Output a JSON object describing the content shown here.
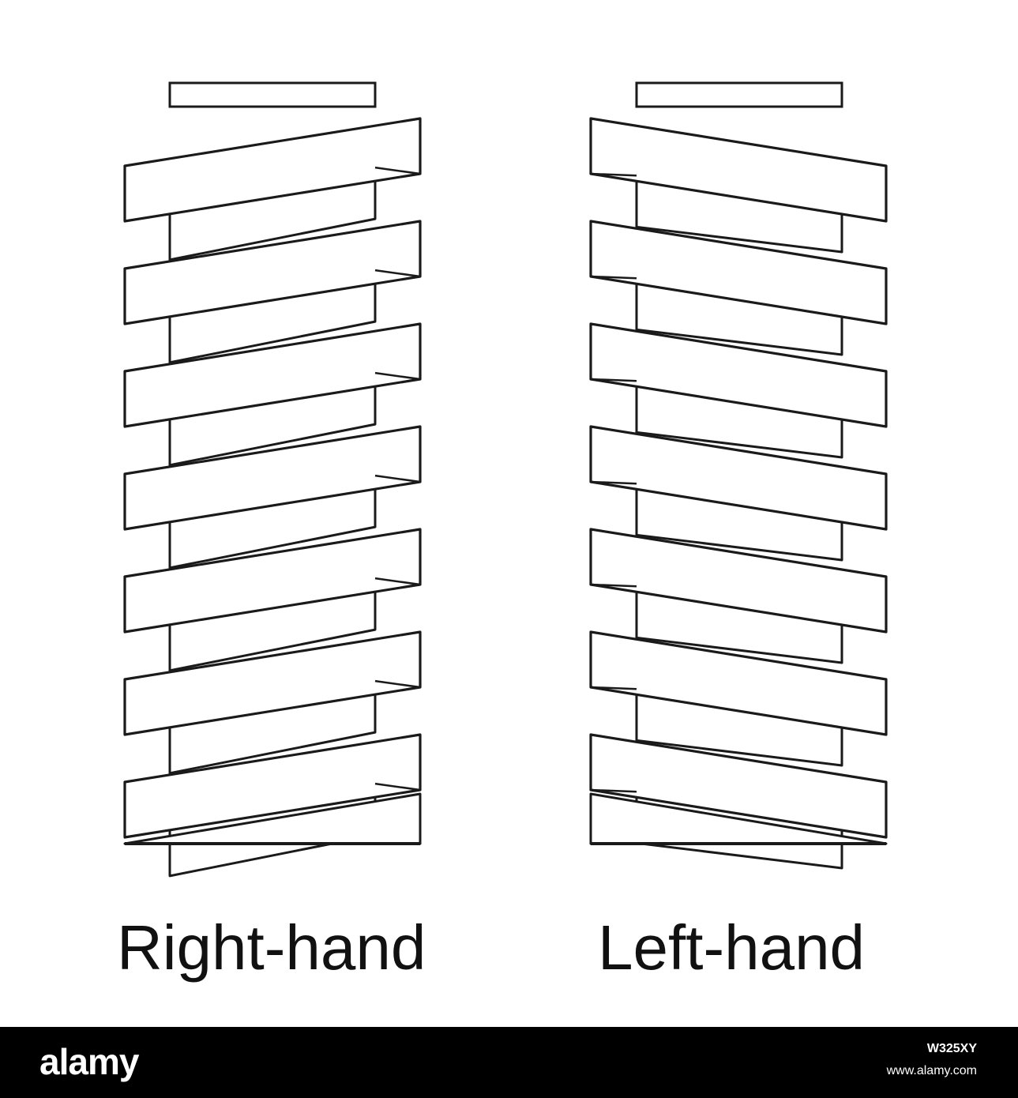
{
  "diagram": {
    "labels": {
      "right": "Right-hand",
      "left": "Left-hand"
    },
    "helix_count": 2,
    "turns": 7
  },
  "watermark": {
    "logo": "alamy",
    "image_id": "W325XY",
    "url": "www.alamy.com"
  },
  "colors": {
    "line": "#1a1a1a",
    "background": "#ffffff",
    "footer": "#000000"
  }
}
